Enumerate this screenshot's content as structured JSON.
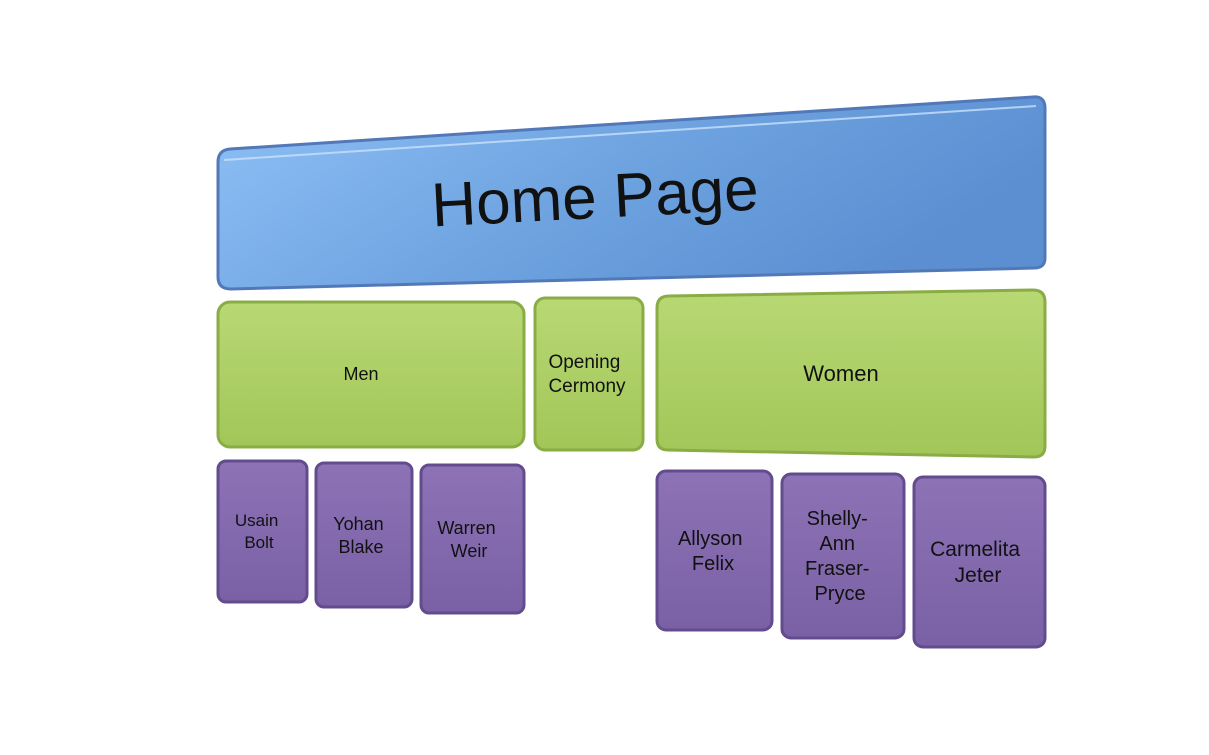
{
  "diagram": {
    "title": "Home Page",
    "sections": [
      {
        "id": "men",
        "label": "Men"
      },
      {
        "id": "opening",
        "lines": [
          "Opening",
          "Cermony"
        ]
      },
      {
        "id": "women",
        "label": "Women"
      }
    ],
    "men_athletes": [
      {
        "lines": [
          "Usain",
          "Bolt"
        ]
      },
      {
        "lines": [
          "Yohan",
          "Blake"
        ]
      },
      {
        "lines": [
          "Warren",
          "Weir"
        ]
      }
    ],
    "women_athletes": [
      {
        "lines": [
          "Allyson",
          "Felix"
        ]
      },
      {
        "lines": [
          "Shelly-",
          "Ann",
          "Fraser-",
          "Pryce"
        ]
      },
      {
        "lines": [
          "Carmelita",
          "Jeter"
        ]
      }
    ]
  },
  "colors": {
    "home": "#6ea3e0",
    "section": "#acce62",
    "athlete": "#8066aa"
  }
}
